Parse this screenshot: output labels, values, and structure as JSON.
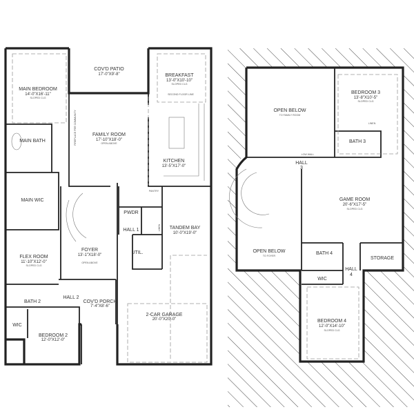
{
  "plan": {
    "first_floor": {
      "rooms": [
        {
          "name": "COV'D PATIO",
          "dims": "17'-0\"X9'-8\""
        },
        {
          "name": "BREAKFAST",
          "dims": "13'-0\"X10'-10\"",
          "note": "SLOPED CLG"
        },
        {
          "name": "MAIN BEDROOM",
          "dims": "14'-0\"X16'-11\"",
          "note": "SLOPED CLG"
        },
        {
          "name": "FAMILY ROOM",
          "dims": "17'-10\"X18'-0\"",
          "note": "OPEN ABOVE"
        },
        {
          "name": "KITCHEN",
          "dims": "13'-5\"X17'-0\""
        },
        {
          "name": "MAIN BATH"
        },
        {
          "name": "MAIN WIC"
        },
        {
          "name": "PWDR"
        },
        {
          "name": "HALL 1"
        },
        {
          "name": "TANDEM BAY",
          "dims": "10'-0\"X19'-0\""
        },
        {
          "name": "UTIL."
        },
        {
          "name": "FOYER",
          "dims": "13'-1\"X18'-0\"",
          "note": "OPEN ABOVE"
        },
        {
          "name": "FLEX ROOM",
          "dims": "11'-10\"X12'-0\"",
          "note": "SLOPED CLG"
        },
        {
          "name": "BATH 2"
        },
        {
          "name": "HALL 2"
        },
        {
          "name": "COV'D PORCH",
          "dims": "7'-4\"X8'-6\""
        },
        {
          "name": "WIC"
        },
        {
          "name": "BEDROOM 2",
          "dims": "12'-0\"X12'-0\""
        },
        {
          "name": "2-CAR GARAGE",
          "dims": "20'-0\"X20'-0\""
        }
      ],
      "notes": {
        "second_floor_line": "SECOND FLOOR LINE",
        "pantry": "PANTRY",
        "linen": "LINEN",
        "fireplace": "FIREPLACE PER COMMUNITY"
      }
    },
    "second_floor": {
      "rooms": [
        {
          "name": "OPEN BELOW",
          "note": "TO FAMILY ROOM"
        },
        {
          "name": "BEDROOM 3",
          "dims": "13'-8\"X10'-5\"",
          "note": "SLOPED CLG"
        },
        {
          "name": "BATH 3"
        },
        {
          "name": "HALL",
          "line2": "3"
        },
        {
          "name": "GAME ROOM",
          "dims": "20'-6\"X17'-5\"",
          "note": "SLOPED CLG"
        },
        {
          "name": "OPEN BELOW",
          "note": "TO FOYER"
        },
        {
          "name": "BATH 4"
        },
        {
          "name": "STORAGE"
        },
        {
          "name": "HALL",
          "line2": "4"
        },
        {
          "name": "WIC"
        },
        {
          "name": "BEDROOM 4",
          "dims": "12'-0\"X14'-10\"",
          "note": "SLOPED CLG"
        }
      ],
      "notes": {
        "low_wall": "LOW WALL",
        "linen": "LINEN"
      }
    }
  }
}
